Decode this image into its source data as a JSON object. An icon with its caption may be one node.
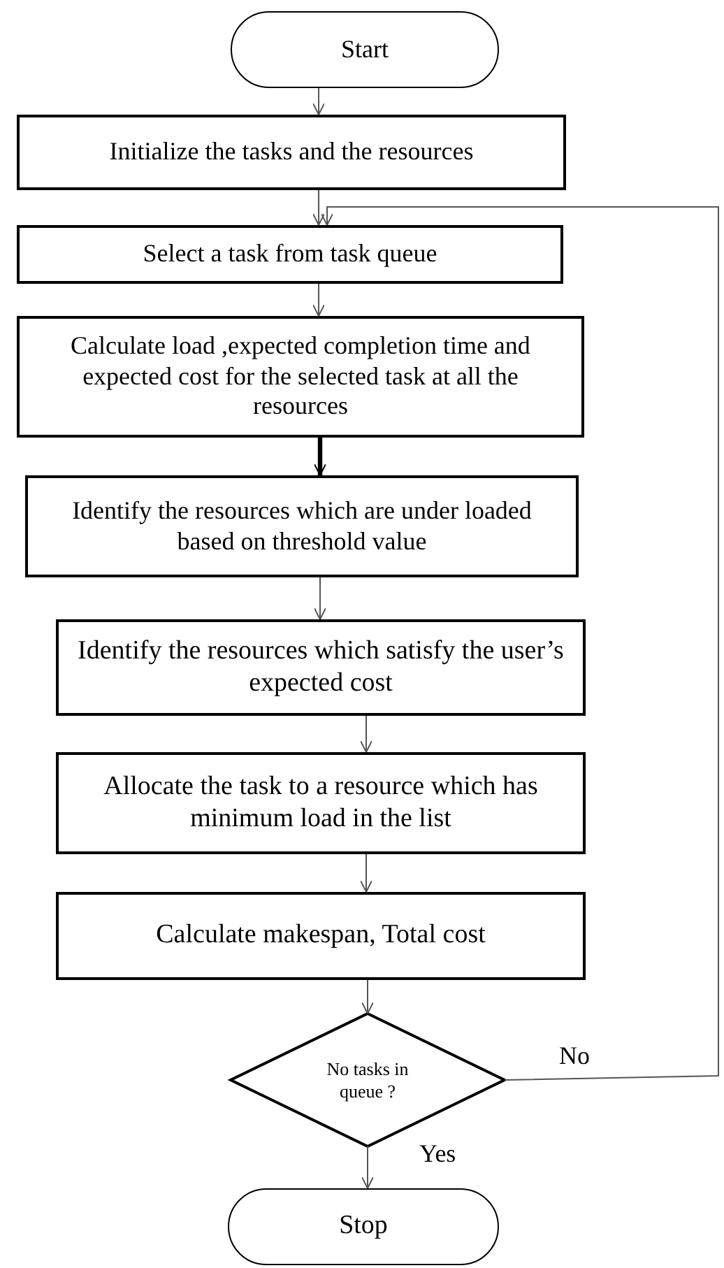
{
  "diagram": {
    "nodes": [
      {
        "text": [
          "Start"
        ]
      },
      {
        "text": [
          "Initialize the tasks and the resources"
        ]
      },
      {
        "text": [
          "Select a task from task queue"
        ]
      },
      {
        "text": [
          "Calculate load ,expected completion time and expected cost for the selected task at all the resources"
        ]
      },
      {
        "text": [
          "Identify the resources which are under loaded based on threshold value"
        ]
      },
      {
        "text": [
          "Identify the resources which satisfy the user’s expected cost"
        ]
      },
      {
        "text": [
          "Allocate the task to a resource which has minimum load in the list"
        ]
      },
      {
        "text": [
          "Calculate makespan, Total cost"
        ]
      },
      {
        "text": [
          "No tasks in queue ?"
        ]
      },
      {
        "text": [
          "Stop"
        ]
      }
    ],
    "edges": [
      {
        "from": 0,
        "to": 1,
        "arrow": "to"
      },
      {
        "from": 1,
        "to": 2,
        "arrow": "to"
      },
      {
        "from": 2,
        "to": 3,
        "arrow": "to"
      },
      {
        "from": 3,
        "to": 4,
        "arrow": "to",
        "style": "thick"
      },
      {
        "from": 4,
        "to": 5,
        "arrow": "to"
      },
      {
        "from": 5,
        "to": 6,
        "arrow": "to"
      },
      {
        "from": 6,
        "to": 7,
        "arrow": "to"
      },
      {
        "from": 7,
        "to": 8,
        "arrow": "to"
      },
      {
        "from": 8,
        "to": 9,
        "arrow": "to",
        "label": "Yes"
      },
      {
        "from": 8,
        "to": 2,
        "arrow": "to",
        "label": "No"
      }
    ]
  }
}
